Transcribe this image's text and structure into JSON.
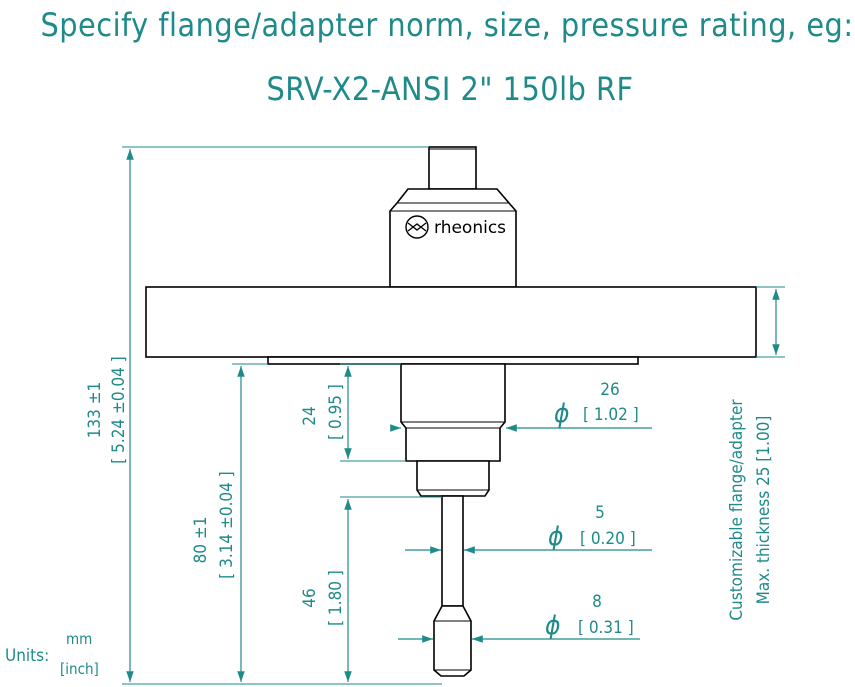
{
  "title": {
    "line1": "Specify flange/adapter norm, size, pressure rating, eg:",
    "line2": "SRV-X2-ANSI 2\" 150lb RF"
  },
  "logo": {
    "text": "rheonics"
  },
  "dimensions": {
    "overall_mm": "133 ±1",
    "overall_in": "[ 5.24 ±0.04 ]",
    "insertion_mm": "80 ±1",
    "insertion_in": "[ 3.14 ±0.04 ]",
    "collar_mm": "24",
    "collar_in": "[ 0.95 ]",
    "stem_mm": "46",
    "stem_in": "[ 1.80 ]",
    "dia_body_mm": "26",
    "dia_body_in": "[ 1.02 ]",
    "dia_stem_mm": "5",
    "dia_stem_in": "[ 0.20 ]",
    "dia_tip_mm": "8",
    "dia_tip_in": "[ 0.31 ]",
    "phi": "ϕ"
  },
  "flange_note": {
    "line1": "Customizable flange/adapter",
    "line2": "Max. thickness 25 [1.00]"
  },
  "units": {
    "label": "Units:",
    "mm": "mm",
    "inch": "[inch]"
  },
  "colors": {
    "annotation": "#1f8a8a",
    "outline": "#000000"
  }
}
